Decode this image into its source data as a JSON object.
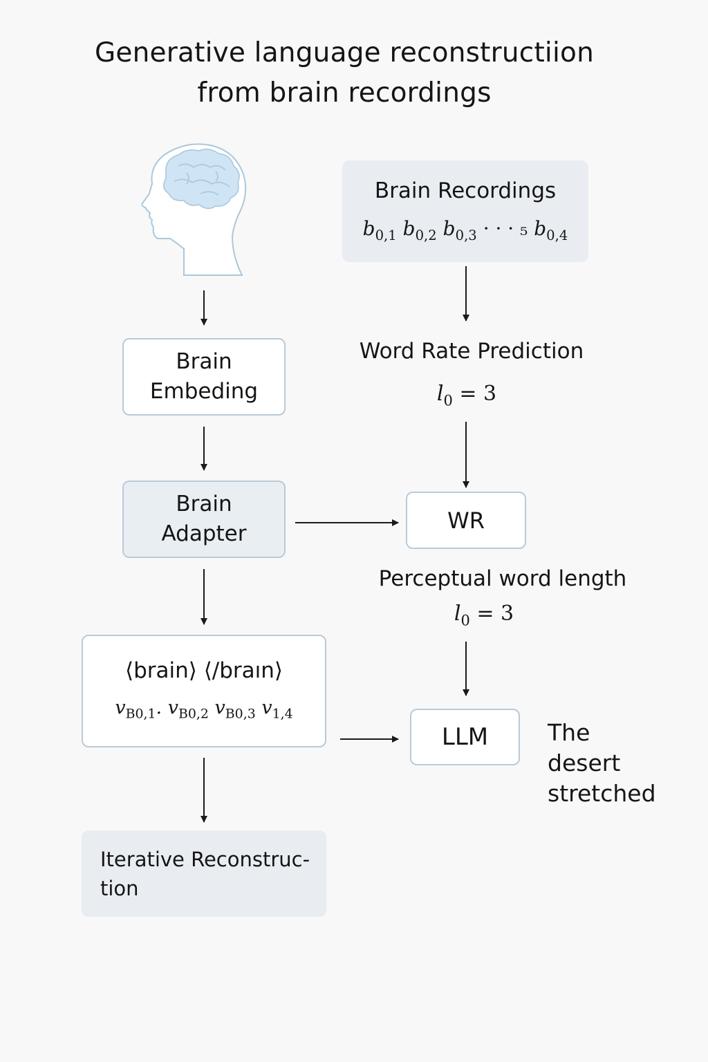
{
  "title": {
    "line1": "Generative language reconstructiion",
    "line2": "from brain recordings"
  },
  "icons": {
    "head": "brain-head-icon",
    "brain_color": "#cfe4f4",
    "outline_color": "#a9c8dc"
  },
  "left_column": {
    "embedding": {
      "line1": "Brain",
      "line2": "Embeding"
    },
    "adapter": {
      "line1": "Brain",
      "line2": "Adapter"
    },
    "tokens": {
      "tags": "⟨brain⟩ ⟨/braın⟩",
      "v1": {
        "base": "v",
        "sub": "B0,1",
        "tail": "."
      },
      "v2": {
        "base": "v",
        "sub": "B0,2"
      },
      "v3": {
        "base": "v",
        "sub": "B0,3"
      },
      "v4": {
        "base": "v",
        "sub": "1,4"
      }
    },
    "reconstruction": {
      "line1": "Iterative Reconstruc-",
      "line2": "tion"
    }
  },
  "right_column": {
    "recordings": {
      "title": "Brain Recordings",
      "b1": {
        "base": "b",
        "sub": "0,1"
      },
      "b2": {
        "base": "b",
        "sub": "0,2"
      },
      "b3": {
        "base": "b",
        "sub": "0,3"
      },
      "dots": "· · · ₅",
      "b4": {
        "base": "b",
        "sub": "0,4"
      }
    },
    "word_rate": {
      "label": "Word Rate Prediction",
      "var": "l",
      "sub": "0",
      "eq": " = 3"
    },
    "wr_box": "WR",
    "perceptual": {
      "label": "Perceptual word length",
      "var": "l",
      "sub": "0",
      "eq": " = 3"
    },
    "llm_box": "LLM",
    "output": {
      "line1": "The",
      "line2": "desert",
      "line3": "stretched"
    }
  }
}
